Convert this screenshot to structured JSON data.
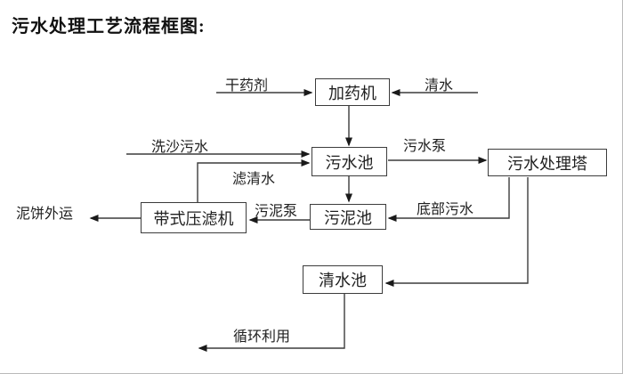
{
  "title": "污水处理工艺流程框图:",
  "nodes": {
    "dosing_machine": "加药机",
    "sewage_pool": "污水池",
    "treatment_tower": "污水处理塔",
    "sludge_pool": "污泥池",
    "belt_filter_press": "带式压滤机",
    "clean_water_pool": "清水池"
  },
  "flow_labels": {
    "dry_agent": "干药剂",
    "clean_water_in": "清水",
    "sand_washing_sewage": "洗沙污水",
    "filtered_water": "滤清水",
    "sewage_pump": "污水泵",
    "sludge_pump": "污泥泵",
    "bottom_sewage": "底部污水",
    "mud_cake_out": "泥饼外运",
    "recycle_use": "循环利用"
  },
  "colors": {
    "line": "#3c3c3c",
    "arrow": "#1a1a1a",
    "text": "#1f1f1f",
    "background": "#ffffff"
  }
}
